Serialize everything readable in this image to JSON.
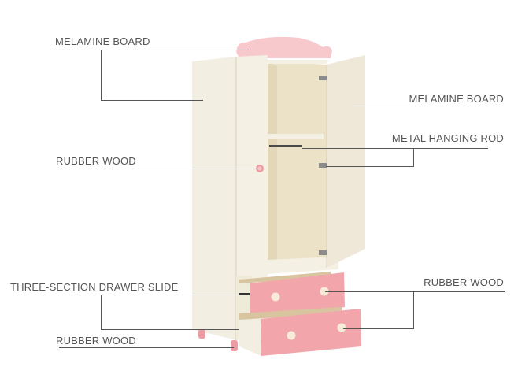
{
  "diagram": {
    "subject": "Wardrobe with two doors and two drawers",
    "colors": {
      "body": "#f1ebdc",
      "interior": "#ece3c9",
      "pink": "#f2a6ac",
      "pink_crown": "#f7c9cc",
      "knob": "#f6ecd8",
      "line": "#555555",
      "text": "#555555"
    },
    "labels": [
      {
        "id": "top-left",
        "text": "MELAMINE BOARD"
      },
      {
        "id": "right-door",
        "text": "MELAMINE BOARD"
      },
      {
        "id": "hanging-rod",
        "text": "METAL HANGING ROD"
      },
      {
        "id": "door-knob",
        "text": "RUBBER WOOD"
      },
      {
        "id": "drawer-slide",
        "text": "THREE-SECTION DRAWER SLIDE"
      },
      {
        "id": "drawer-knobs",
        "text": "RUBBER WOOD"
      },
      {
        "id": "legs",
        "text": "RUBBER WOOD"
      }
    ]
  }
}
